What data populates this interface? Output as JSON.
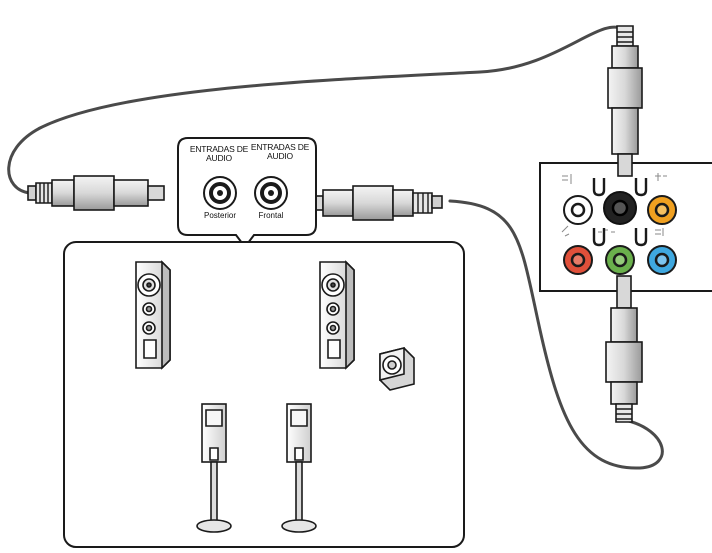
{
  "inputs_panel": {
    "left_header": "ENTRADAS DE AUDIO",
    "right_header": "ENTRADAS DE AUDIO",
    "left_jack_label": "Posterior",
    "right_jack_label": "Frontal"
  },
  "colors": {
    "outline": "#1a1a1a",
    "cable": "#555555",
    "port_orange": "#f0a020",
    "port_red": "#e0503a",
    "port_green": "#6ab04c",
    "port_blue": "#3fa8e0",
    "port_black": "#222222",
    "port_white": "#ffffff"
  }
}
